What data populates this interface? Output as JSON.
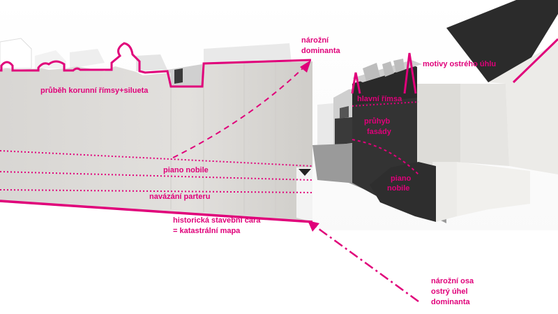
{
  "colors": {
    "annotation": "#e0007a",
    "ground": "#ffffff",
    "facade_light": "#dcdad7",
    "facade_dark": "#2f2f2f"
  },
  "labels": {
    "corner_dominant": [
      "nárožní",
      "dominanta"
    ],
    "acute_motifs": "motivy ostrého úhlu",
    "cornice_silhouette": "průběh korunní římsy+silueta",
    "main_cornice": "hlavní římsa",
    "facade_bend": [
      "průhyb",
      "fasády"
    ],
    "piano_nobile_left": "piano nobile",
    "piano_nobile_right": [
      "piano",
      "nobile"
    ],
    "ground_floor_link": "navázání parteru",
    "building_line": [
      "historická stavební čára",
      "= katastrální mapa"
    ],
    "corner_axis": [
      "nárožní osa",
      "ostrý úhel",
      "dominanta"
    ]
  }
}
